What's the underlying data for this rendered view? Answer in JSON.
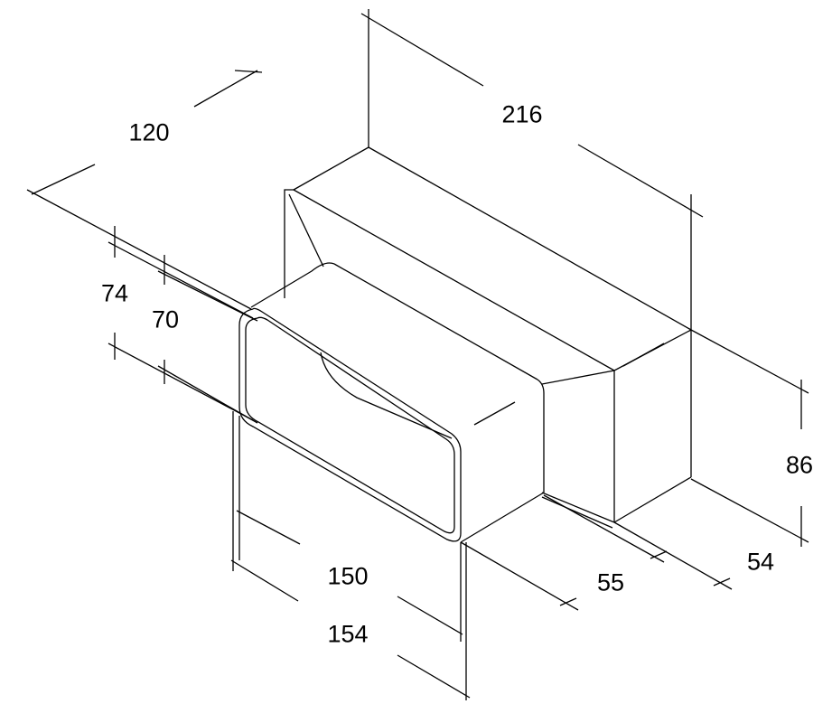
{
  "drawing": {
    "subject": "duct-adapter",
    "line_color": "#000000",
    "background": "#ffffff",
    "dimensions": {
      "length": "216",
      "depth": "120",
      "outer_height_front": "74",
      "inner_height_front": "70",
      "outer_height_rear": "86",
      "rear_spigot": "54",
      "front_spigot": "55",
      "inner_width_front": "150",
      "outer_width_front": "154"
    }
  }
}
